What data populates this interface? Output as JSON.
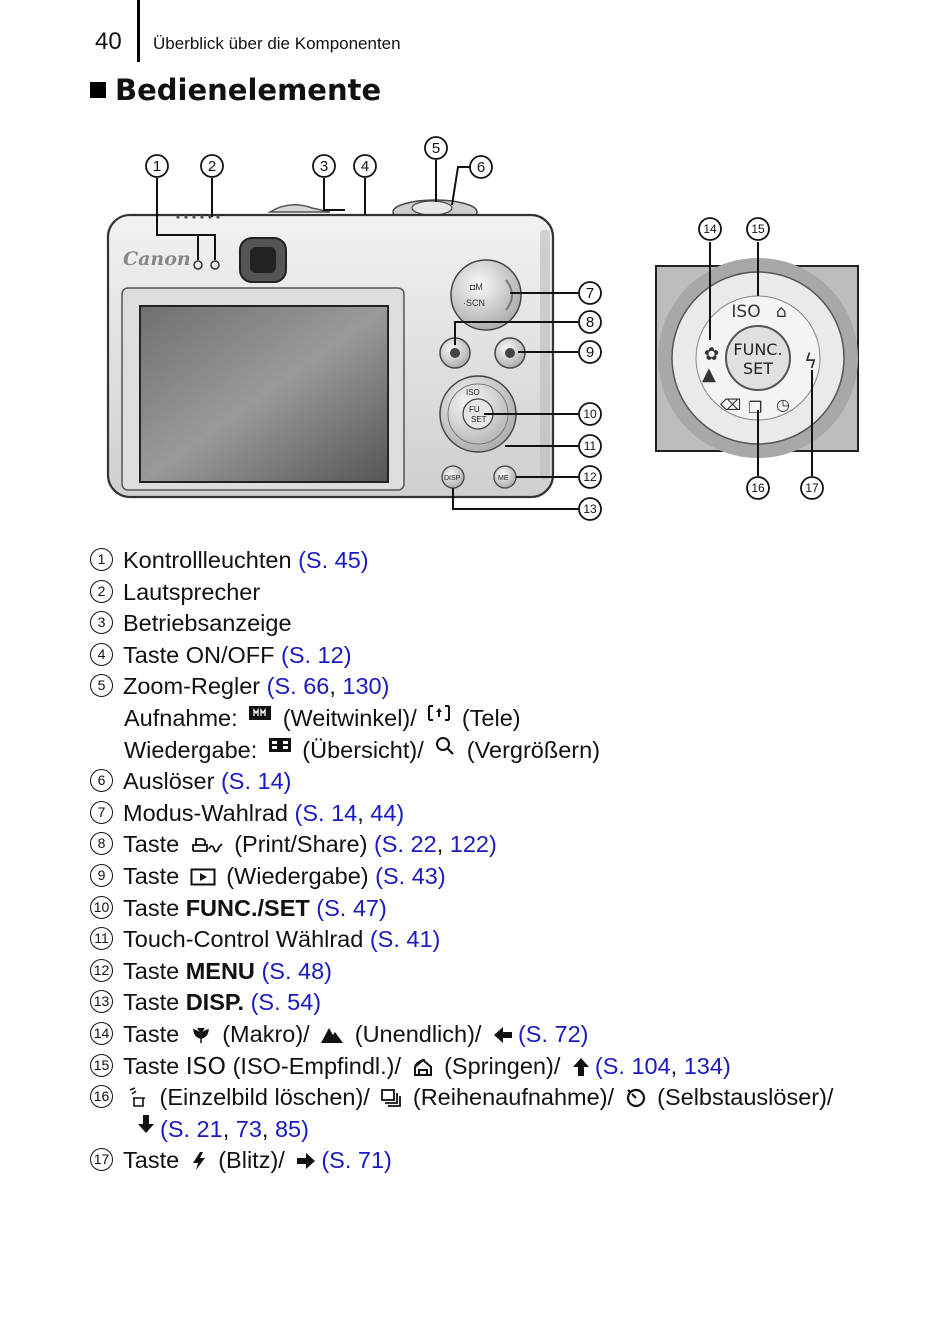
{
  "header": {
    "page_number": "40",
    "title": "Überblick über die Komponenten"
  },
  "section_title": "Bedienelemente",
  "figure": {
    "brand": "Canon",
    "mode_dial_labels": [
      "SCN"
    ],
    "func_set_label": "FUNC.\nSET",
    "callouts": [
      "1",
      "2",
      "3",
      "4",
      "5",
      "6",
      "7",
      "8",
      "9",
      "10",
      "11",
      "12",
      "13",
      "14",
      "15",
      "16",
      "17"
    ],
    "button_labels": {
      "disp": "DISP",
      "menu": "ME",
      "iso": "ISO",
      "func_line1": "FUNC.",
      "func_line2": "SET"
    }
  },
  "legend": {
    "i1": {
      "num": "1",
      "text": "Kontrollleuchten ",
      "ref": "(S. 45)"
    },
    "i2": {
      "num": "2",
      "text": "Lautsprecher"
    },
    "i3": {
      "num": "3",
      "text": "Betriebsanzeige"
    },
    "i4": {
      "num": "4",
      "text": "Taste ON/OFF ",
      "ref": "(S. 12)"
    },
    "i5": {
      "num": "5",
      "text": "Zoom-Regler ",
      "ref_a": "(S. 66",
      "sep": ", ",
      "ref_b": "130)",
      "line2_a": "Aufnahme: ",
      "line2_b": " (Weitwinkel)/ ",
      "line2_c": " (Tele)",
      "line3_a": "Wiedergabe: ",
      "line3_b": " (Übersicht)/ ",
      "line3_c": " (Vergrößern)"
    },
    "i6": {
      "num": "6",
      "text": "Auslöser ",
      "ref": "(S. 14)"
    },
    "i7": {
      "num": "7",
      "text": "Modus-Wahlrad ",
      "ref_a": "(S. 14",
      "sep": ", ",
      "ref_b": "44)"
    },
    "i8": {
      "num": "8",
      "text_a": "Taste ",
      "text_b": " (Print/Share) ",
      "ref_a": "(S. 22",
      "sep": ", ",
      "ref_b": "122)"
    },
    "i9": {
      "num": "9",
      "text_a": "Taste ",
      "text_b": " (Wiedergabe) ",
      "ref": "(S. 43)"
    },
    "i10": {
      "num": "10",
      "text_a": "Taste ",
      "bold": "FUNC./SET",
      "text_b": " ",
      "ref": "(S. 47)"
    },
    "i11": {
      "num": "11",
      "text": "Touch-Control Wählrad ",
      "ref": "(S. 41)"
    },
    "i12": {
      "num": "12",
      "text_a": "Taste ",
      "bold": "MENU",
      "text_b": " ",
      "ref": "(S. 48)"
    },
    "i13": {
      "num": "13",
      "text_a": "Taste ",
      "bold": "DISP.",
      "text_b": " ",
      "ref": "(S. 54)"
    },
    "i14": {
      "num": "14",
      "text_a": "Taste ",
      "text_b": " (Makro)/ ",
      "text_c": " (Unendlich)/ ",
      "ref": "(S. 72)"
    },
    "i15": {
      "num": "15",
      "text_a": "Taste ",
      "iso": "ISO",
      "text_b": " (ISO-Empfindl.)/ ",
      "text_c": " (Springen)/ ",
      "ref_a": "(S. 104",
      "sep": ", ",
      "ref_b": "134)"
    },
    "i16": {
      "num": "16",
      "text_a": " (Einzelbild löschen)/ ",
      "text_b": " (Reihenaufnahme)/ ",
      "text_c": " (Selbstauslöser)/",
      "ref_a": "(S. 21",
      "sep1": ", ",
      "ref_b": "73",
      "sep2": ", ",
      "ref_c": "85)"
    },
    "i17": {
      "num": "17",
      "text_a": "Taste ",
      "text_b": " (Blitz)/ ",
      "ref": "(S. 71)"
    }
  }
}
